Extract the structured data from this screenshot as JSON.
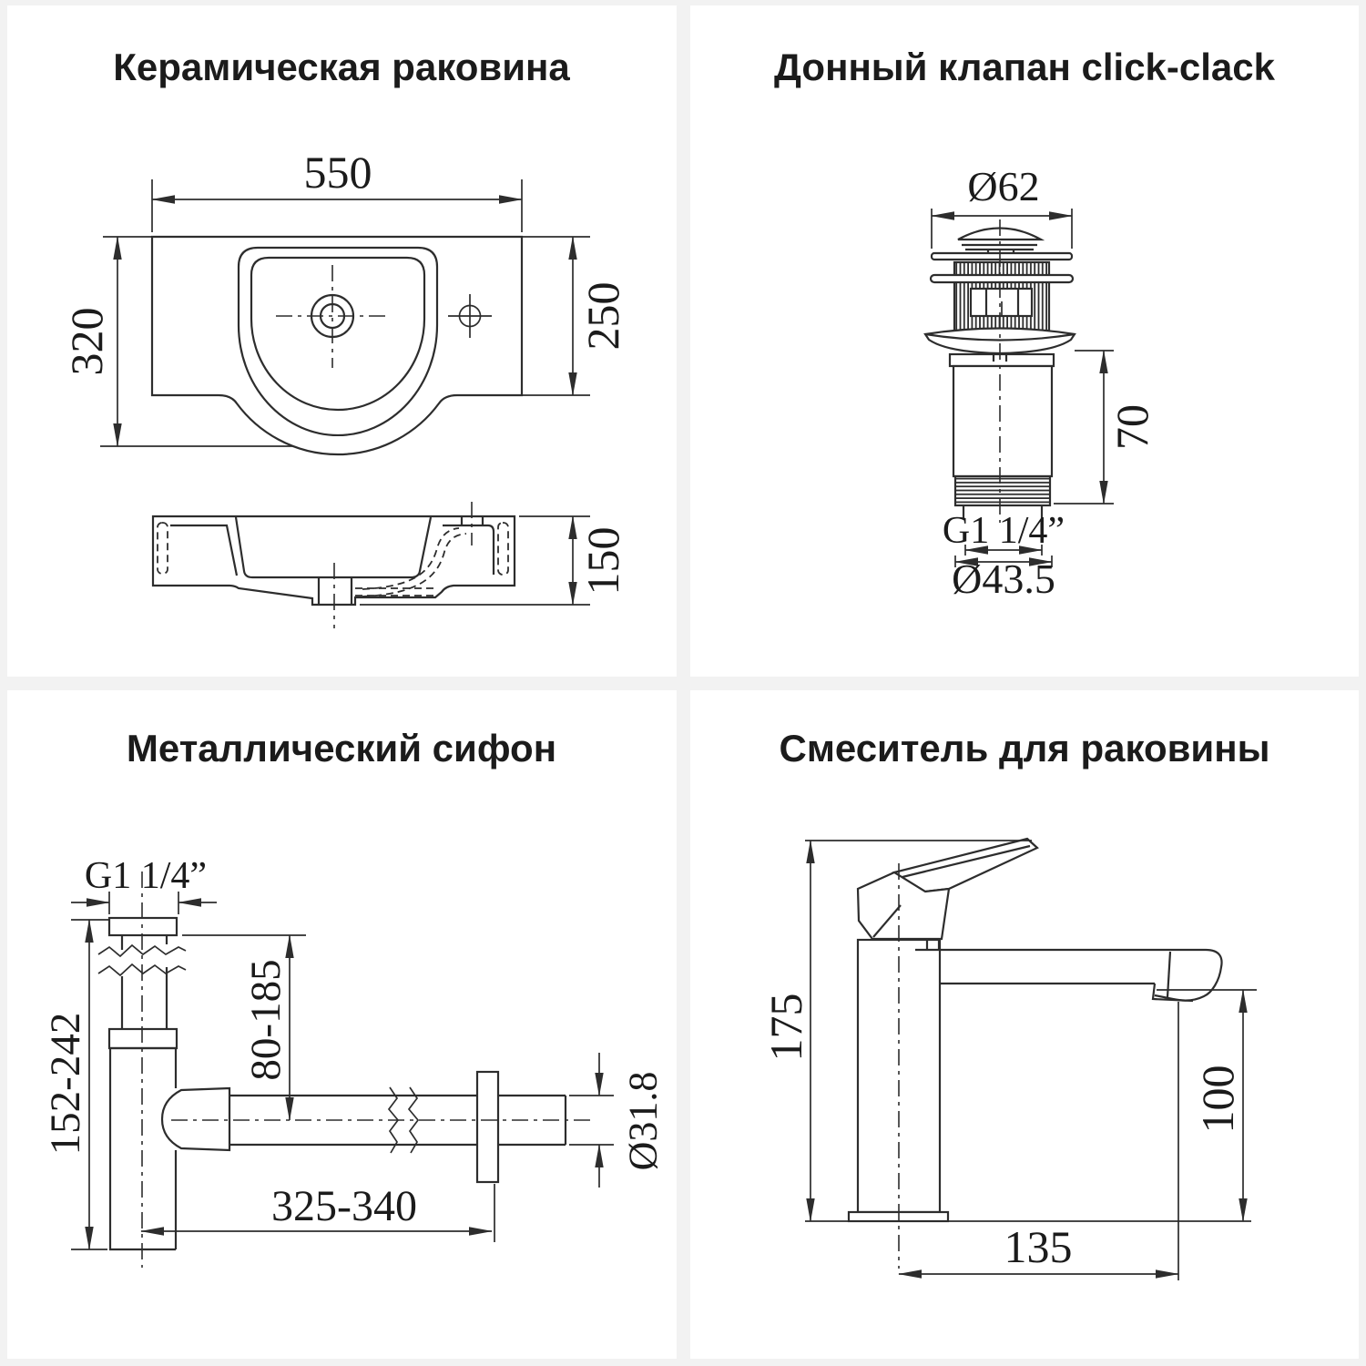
{
  "page": {
    "background": "#f2f2f2",
    "panel_background": "#ffffff",
    "line_color": "#2d2d2d",
    "text_color": "#1b1b1b"
  },
  "panels": {
    "sink": {
      "title": "Керамическая раковина",
      "dims": {
        "width": "550",
        "depth": "320",
        "height_right": "250",
        "section_height": "150"
      }
    },
    "valve": {
      "title": "Донный клапан click-clack",
      "dims": {
        "cap_diameter": "Ø62",
        "tail_height": "70",
        "thread": "G1 1/4”",
        "thread_diameter": "Ø43.5"
      }
    },
    "siphon": {
      "title": "Металлический сифон",
      "dims": {
        "thread": "G1 1/4”",
        "height_range": "152-242",
        "riser_range": "80-185",
        "pipe_diameter": "Ø31.8",
        "length_range": "325-340"
      }
    },
    "mixer": {
      "title": "Смеситель для раковины",
      "dims": {
        "total_height": "175",
        "spout_height": "100",
        "spout_reach": "135"
      }
    }
  }
}
